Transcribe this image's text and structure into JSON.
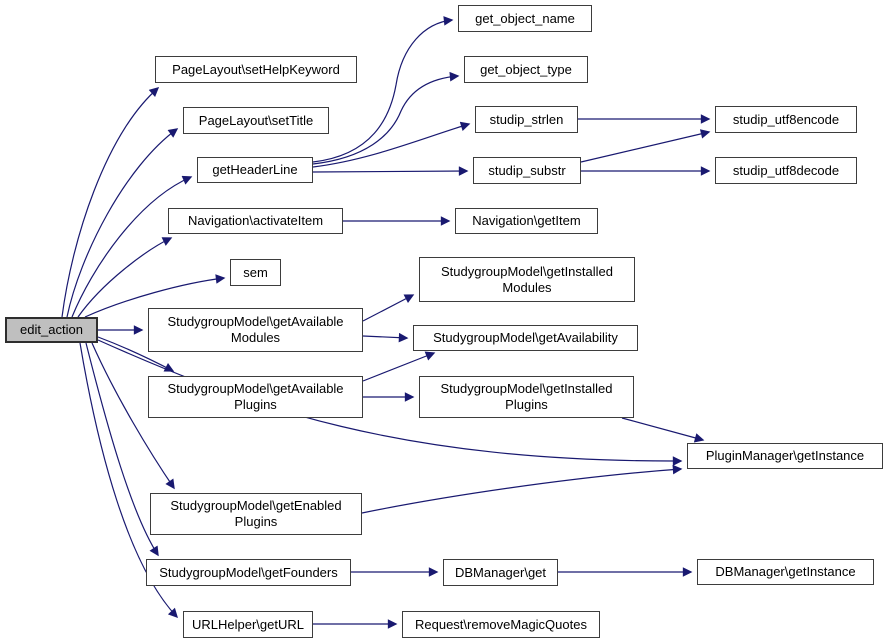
{
  "diagram": {
    "type": "call-graph",
    "edge_color": "#191970",
    "node_fill": "#ffffff",
    "root_fill": "#bfbfbf",
    "border_color": "#3d3d3d",
    "root": "edit_action"
  },
  "nodes": {
    "edit_action": {
      "label": "edit_action"
    },
    "get_object_name": {
      "label": "get_object_name"
    },
    "pagelayout_sethelpkeyword": {
      "label": "PageLayout\\setHelpKeyword"
    },
    "get_object_type": {
      "label": "get_object_type"
    },
    "pagelayout_settitle": {
      "label": "PageLayout\\setTitle"
    },
    "studip_strlen": {
      "label": "studip_strlen"
    },
    "studip_utf8encode": {
      "label": "studip_utf8encode"
    },
    "getheaderline": {
      "label": "getHeaderLine"
    },
    "studip_substr": {
      "label": "studip_substr"
    },
    "studip_utf8decode": {
      "label": "studip_utf8decode"
    },
    "navigation_activateitem": {
      "label": "Navigation\\activateItem"
    },
    "navigation_getitem": {
      "label": "Navigation\\getItem"
    },
    "sem": {
      "label": "sem"
    },
    "studygroupmodel_getinstalledmodules": {
      "label": "StudygroupModel\\getInstalled\nModules"
    },
    "studygroupmodel_getavailablemodules": {
      "label": "StudygroupModel\\getAvailable\nModules"
    },
    "studygroupmodel_getavailability": {
      "label": "StudygroupModel\\getAvailability"
    },
    "studygroupmodel_getavailableplugins": {
      "label": "StudygroupModel\\getAvailable\nPlugins"
    },
    "studygroupmodel_getinstalledplugins": {
      "label": "StudygroupModel\\getInstalled\nPlugins"
    },
    "pluginmanager_getinstance": {
      "label": "PluginManager\\getInstance"
    },
    "studygroupmodel_getenabledplugins": {
      "label": "StudygroupModel\\getEnabled\nPlugins"
    },
    "studygroupmodel_getfounders": {
      "label": "StudygroupModel\\getFounders"
    },
    "dbmanager_get": {
      "label": "DBManager\\get"
    },
    "dbmanager_getinstance": {
      "label": "DBManager\\getInstance"
    },
    "urlhelper_geturl": {
      "label": "URLHelper\\getURL"
    },
    "request_removemagicquotes": {
      "label": "Request\\removeMagicQuotes"
    }
  },
  "edges": [
    {
      "from": "edit_action",
      "to": "pagelayout_sethelpkeyword"
    },
    {
      "from": "edit_action",
      "to": "pagelayout_settitle"
    },
    {
      "from": "edit_action",
      "to": "getheaderline"
    },
    {
      "from": "edit_action",
      "to": "navigation_activateitem"
    },
    {
      "from": "edit_action",
      "to": "sem"
    },
    {
      "from": "edit_action",
      "to": "studygroupmodel_getavailablemodules"
    },
    {
      "from": "edit_action",
      "to": "studygroupmodel_getavailableplugins"
    },
    {
      "from": "edit_action",
      "to": "pluginmanager_getinstance"
    },
    {
      "from": "edit_action",
      "to": "studygroupmodel_getenabledplugins"
    },
    {
      "from": "edit_action",
      "to": "studygroupmodel_getfounders"
    },
    {
      "from": "edit_action",
      "to": "urlhelper_geturl"
    },
    {
      "from": "getheaderline",
      "to": "get_object_name"
    },
    {
      "from": "getheaderline",
      "to": "get_object_type"
    },
    {
      "from": "getheaderline",
      "to": "studip_strlen"
    },
    {
      "from": "getheaderline",
      "to": "studip_substr"
    },
    {
      "from": "studip_strlen",
      "to": "studip_utf8encode"
    },
    {
      "from": "studip_substr",
      "to": "studip_utf8encode"
    },
    {
      "from": "studip_substr",
      "to": "studip_utf8decode"
    },
    {
      "from": "navigation_activateitem",
      "to": "navigation_getitem"
    },
    {
      "from": "studygroupmodel_getavailablemodules",
      "to": "studygroupmodel_getinstalledmodules"
    },
    {
      "from": "studygroupmodel_getavailablemodules",
      "to": "studygroupmodel_getavailability"
    },
    {
      "from": "studygroupmodel_getavailableplugins",
      "to": "studygroupmodel_getavailability"
    },
    {
      "from": "studygroupmodel_getavailableplugins",
      "to": "studygroupmodel_getinstalledplugins"
    },
    {
      "from": "studygroupmodel_getinstalledplugins",
      "to": "pluginmanager_getinstance"
    },
    {
      "from": "studygroupmodel_getenabledplugins",
      "to": "pluginmanager_getinstance"
    },
    {
      "from": "studygroupmodel_getfounders",
      "to": "dbmanager_get"
    },
    {
      "from": "dbmanager_get",
      "to": "dbmanager_getinstance"
    },
    {
      "from": "urlhelper_geturl",
      "to": "request_removemagicquotes"
    }
  ]
}
